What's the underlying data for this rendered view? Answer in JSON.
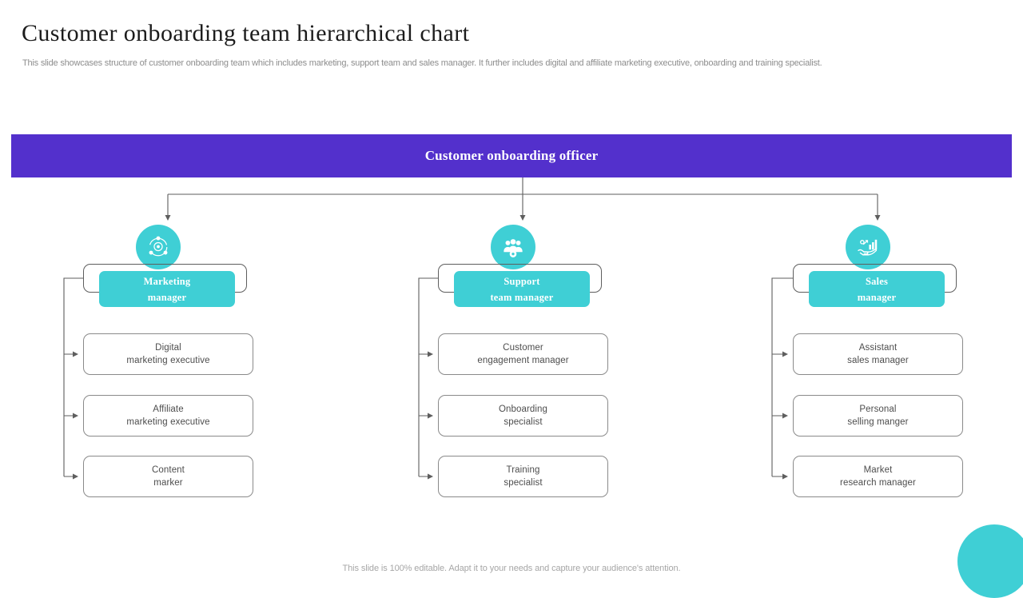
{
  "slide": {
    "title": "Customer onboarding team hierarchical chart",
    "subtitle": "This slide showcases structure of customer onboarding team which includes marketing, support team and sales manager. It further includes digital and affiliate marketing executive, onboarding and training specialist.",
    "footer": "This slide is 100% editable. Adapt it to your needs and capture your audience's attention."
  },
  "colors": {
    "banner_purple": "#5330CC",
    "accent_teal": "#3FCFD5",
    "box_border": "#8A8A8A",
    "body_text": "#4D4D4D",
    "muted_text": "#A6A6A6"
  },
  "chart_data": {
    "type": "diagram",
    "diagram_kind": "org-chart",
    "root": {
      "label": "Customer onboarding officer"
    },
    "branches": [
      {
        "id": "marketing",
        "icon": "marketing-network-icon",
        "manager_line1": "Marketing",
        "manager_line2": "manager",
        "children": [
          {
            "line1": "Digital",
            "line2": "marketing executive"
          },
          {
            "line1": "Affiliate",
            "line2": "marketing executive"
          },
          {
            "line1": "Content",
            "line2": "marker"
          }
        ]
      },
      {
        "id": "support",
        "icon": "support-team-icon",
        "manager_line1": "Support",
        "manager_line2": "team manager",
        "children": [
          {
            "line1": "Customer",
            "line2": "engagement manager"
          },
          {
            "line1": "Onboarding",
            "line2": "specialist"
          },
          {
            "line1": "Training",
            "line2": "specialist"
          }
        ]
      },
      {
        "id": "sales",
        "icon": "sales-growth-hand-icon",
        "manager_line1": "Sales",
        "manager_line2": "manager",
        "children": [
          {
            "line1": "Assistant",
            "line2": "sales manager"
          },
          {
            "line1": "Personal",
            "line2": "selling manger"
          },
          {
            "line1": "Market",
            "line2": "research manager"
          }
        ]
      }
    ]
  }
}
